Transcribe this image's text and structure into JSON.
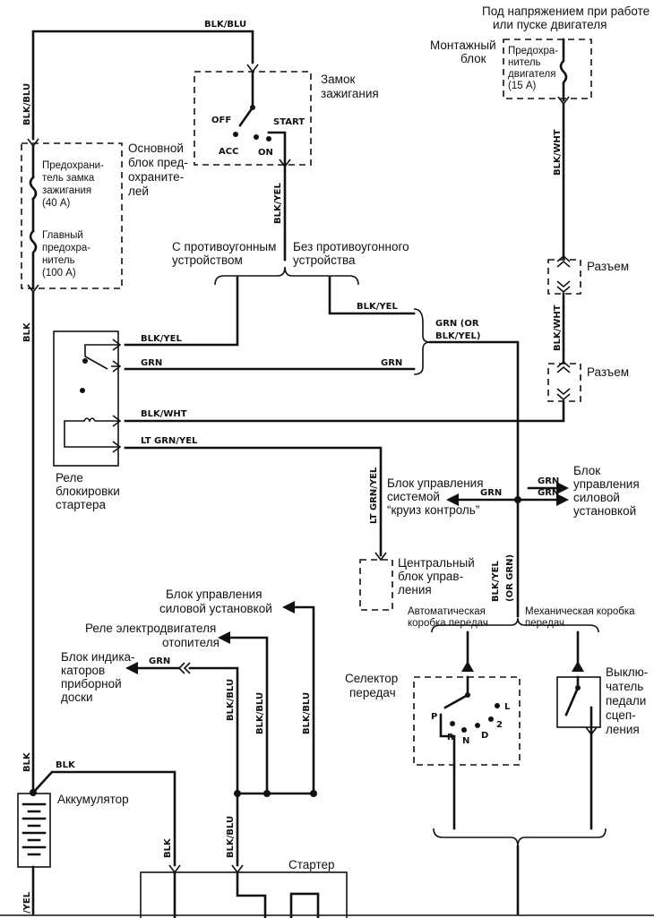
{
  "top_note": [
    "Под напряжением при работе",
    "или пуске двигателя"
  ],
  "labels": {
    "mount_block": [
      "Монтажный",
      "блок"
    ],
    "engine_fuse": [
      "Предохра-",
      "нитель",
      "двигателя",
      "(15 А)"
    ],
    "ignition_lock": [
      "Замок",
      "зажигания"
    ],
    "main_fuse_block": [
      "Основной",
      "блок пред-",
      "охраните-",
      "лей"
    ],
    "ign_fuse": [
      "Предохрани-",
      "тель замка",
      "зажигания",
      "(40 А)"
    ],
    "main_fuse": [
      "Главный",
      "предохра-",
      "нитель",
      "(100 А)"
    ],
    "with_antitheft": [
      "С противоугонным",
      "устройством"
    ],
    "without_antitheft": [
      "Без противоугонного",
      "устройства"
    ],
    "connector1": "Разъем",
    "connector2": "Разъем",
    "starter_relay": [
      "Реле",
      "блокировки",
      "стартера"
    ],
    "cruise_unit": [
      "Блок управления",
      "системой",
      "“круиз контроль”"
    ],
    "powertrain_unit_right": [
      "Блок",
      "управления",
      "силовой",
      "установкой"
    ],
    "central_unit": [
      "Центральный",
      "блок управ-",
      "ления"
    ],
    "powertrain_unit_mid": [
      "Блок управления",
      "силовой установкой"
    ],
    "heater_relay": [
      "Реле электродвигателя",
      "отопителя"
    ],
    "dash_unit": [
      "Блок индика-",
      "каторов",
      "приборной",
      "доски"
    ],
    "auto_trans": [
      "Автоматическая",
      "коробка передач"
    ],
    "manual_trans": [
      "Механическая коробка",
      "передач"
    ],
    "gear_selector": [
      "Селектор",
      "передач"
    ],
    "clutch_switch": [
      "Выклю-",
      "чатель",
      "педали",
      "сцеп-",
      "ления"
    ],
    "battery": "Аккумулятор",
    "starter": "Стартер"
  },
  "switch_positions": {
    "off": "OFF",
    "acc": "ACC",
    "on": "ON",
    "start": "START"
  },
  "gear_positions": {
    "p": "P",
    "r": "R",
    "n": "N",
    "d": "D",
    "two": "2",
    "l": "L"
  },
  "wires": {
    "top": "BLK/BLU",
    "left_upper": "BLK/BLU",
    "left_mid": "BLK",
    "ign_out": "BLK/YEL",
    "right_top": "BLK/WHT",
    "right_mid": "BLK/WHT",
    "no_antitheft": "BLK/YEL",
    "grn_or_line1": "GRN (OR",
    "grn_or_line2": "BLK/YEL)",
    "relay_1": "BLK/YEL",
    "relay_2": "GRN",
    "relay_2b": "GRN",
    "relay_3": "BLK/WHT",
    "relay_4": "LT GRN/YEL",
    "lt_vert": "LT GRN/YEL",
    "cruise_grn": "GRN",
    "pcm_grn_upper": "GRN",
    "pcm_grn_lower": "GRN",
    "vert_blk_yel": "BLK/YEL",
    "vert_or_grn": "(OR GRN)",
    "dash_grn": "GRN",
    "blk_mid": "BLK/BLU",
    "blk_a": "BLK/BLU",
    "blk_b": "BLK/BLU",
    "left_low": "BLK",
    "battery_top": "BLK",
    "bottom_yel": "/YEL",
    "starter_blk": "BLK",
    "starter_blu": "BLK/BLU"
  }
}
